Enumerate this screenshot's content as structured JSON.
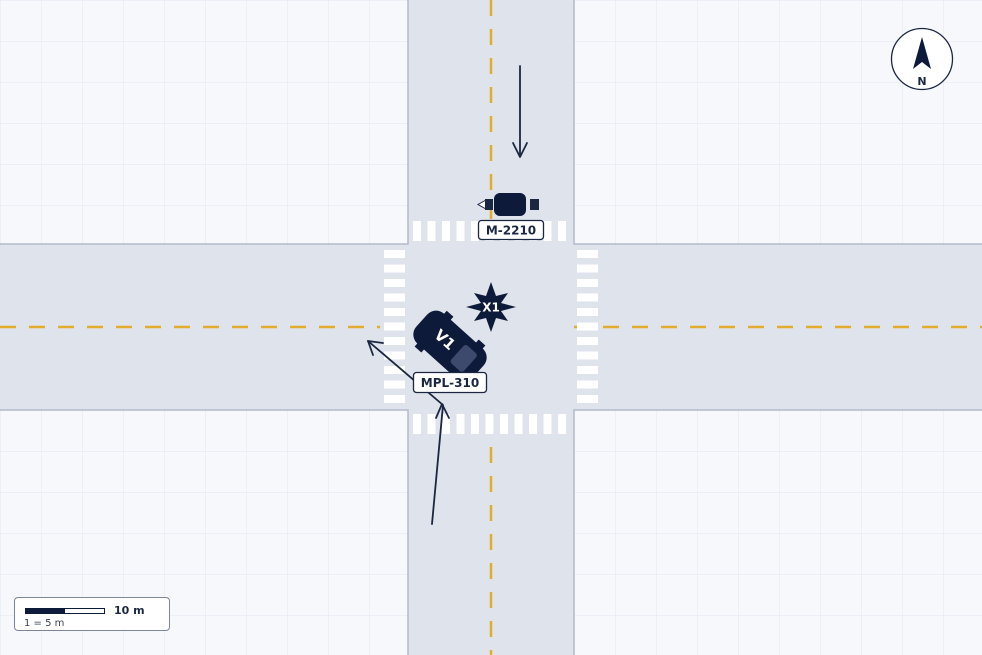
{
  "colors": {
    "background": "#f6f8fc",
    "grid": "#e3e7ef",
    "road": "#dfe3ec",
    "road_edge": "#b3b9c8",
    "center_line": "#e2ad2e",
    "crosswalk": "#ffffff",
    "vehicle": "#0e1a3a",
    "path": "#1b2640"
  },
  "compass": {
    "label": "N",
    "icon": "north-arrow-icon"
  },
  "vehicles": {
    "motorcycle": {
      "plate": "M-2210",
      "direction": "southbound"
    },
    "v1": {
      "id": "V1",
      "plate": "MPL-310",
      "direction": "northbound, turning left"
    }
  },
  "impact": {
    "label": "X1",
    "icon": "collision-star-icon"
  },
  "scale": {
    "length_label": "10 m",
    "unit_label": "1 = 5 m",
    "fill_fraction": 0.5
  }
}
